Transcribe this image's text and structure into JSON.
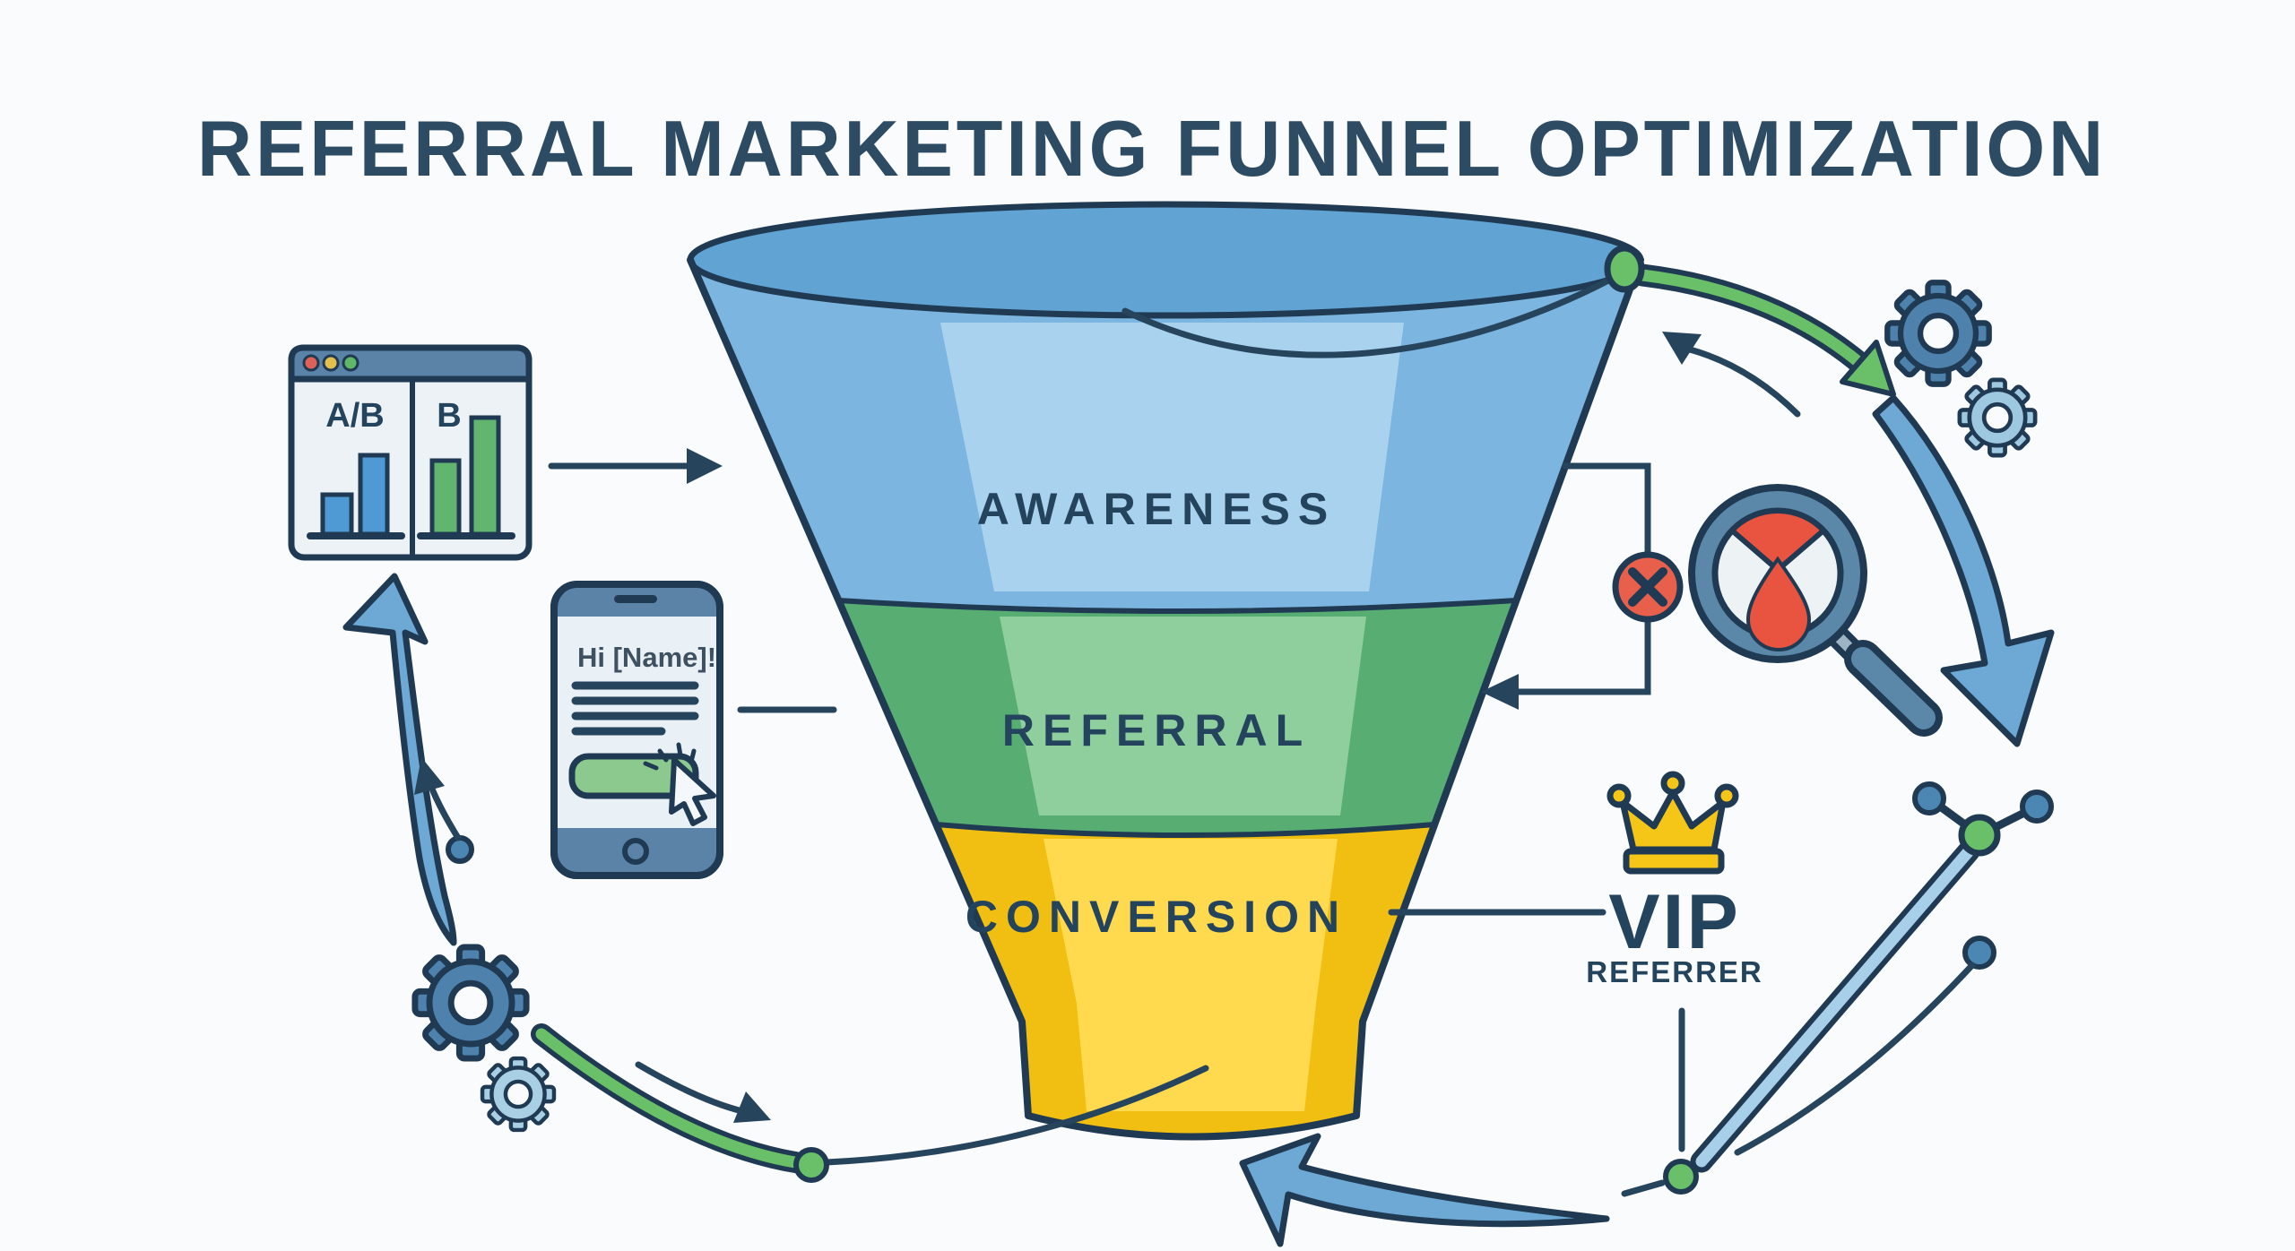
{
  "title": "REFERRAL MARKETING FUNNEL OPTIMIZATION",
  "funnel": {
    "stages": [
      {
        "label": "AWARENESS",
        "side_color": "#7cb5df",
        "center_color": "#a9d2ef"
      },
      {
        "label": "REFERRAL",
        "side_color": "#58ad73",
        "center_color": "#8ecf9d"
      },
      {
        "label": "CONVERSION",
        "side_color": "#f1bf12",
        "center_color": "#ffd94e"
      }
    ],
    "rim_color": "#61a3d3"
  },
  "ab_window": {
    "label_left": "A/B",
    "label_right": "B"
  },
  "phone": {
    "greeting": "Hi [Name]!"
  },
  "vip": {
    "title": "VIP",
    "subtitle": "REFERRER"
  },
  "icons": [
    "ab-test-window-icon",
    "personalized-message-phone-icon",
    "leak-magnifier-icon",
    "error-x-badge-icon",
    "vip-crown-icon",
    "gear-icon",
    "network-nodes-icon"
  ],
  "colors": {
    "outline": "#1f3a52",
    "line": "#27445d",
    "arrow_blue": "#6ea9d6",
    "arrow_light_blue": "#a8cfe9",
    "accent_green": "#6abf69",
    "alert_red": "#e8604c",
    "gold": "#f5c518",
    "steel_blue": "#4e81ab",
    "title_navy": "#2d4b63"
  }
}
